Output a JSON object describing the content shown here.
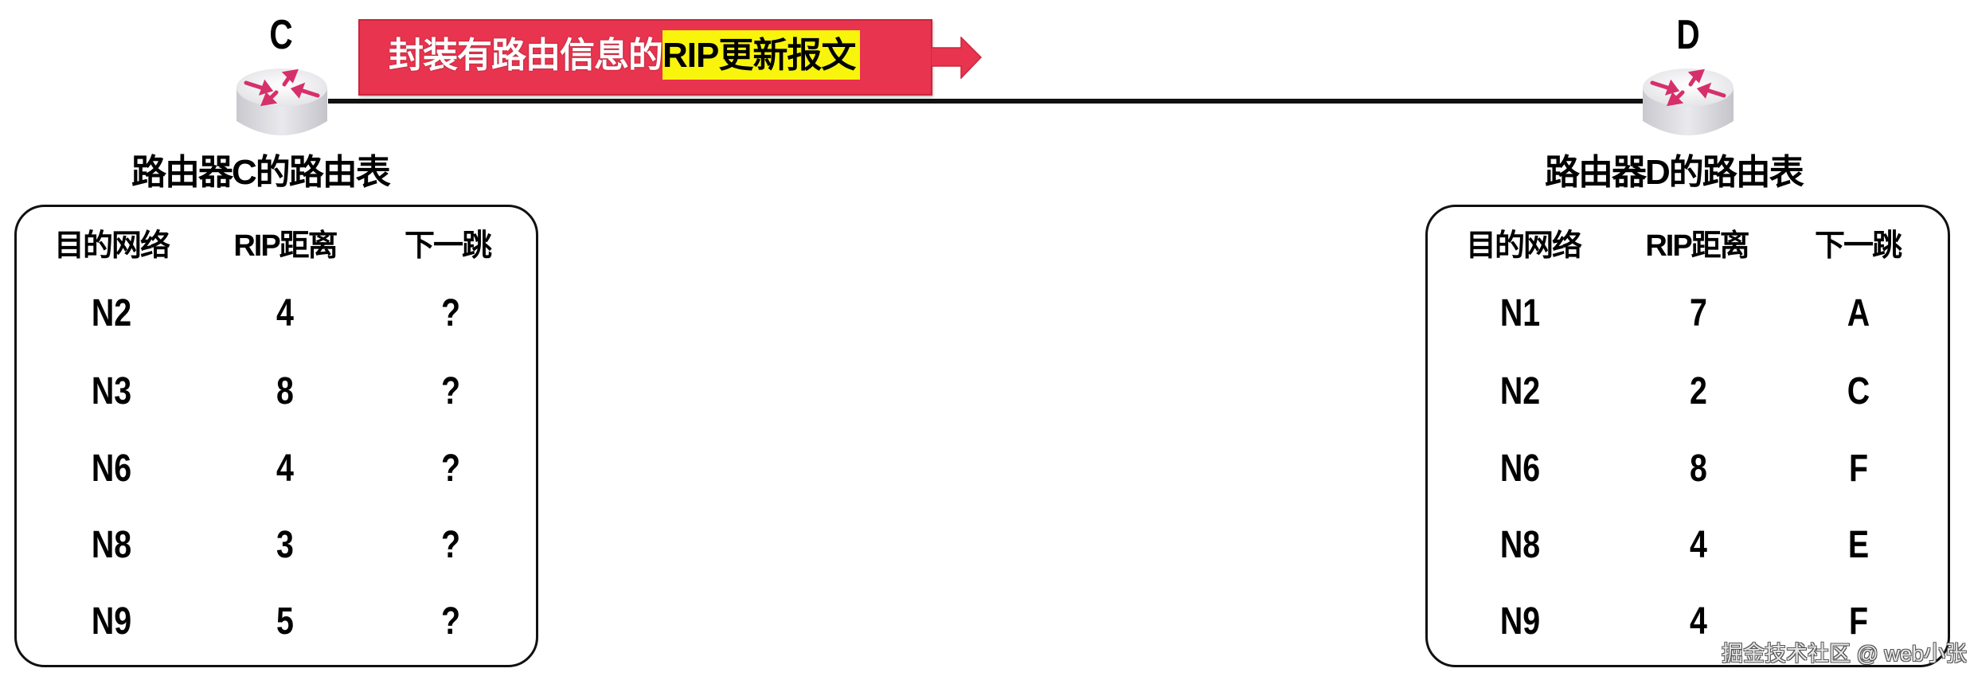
{
  "routers": {
    "c": {
      "label": "C",
      "table_title": "路由器C的路由表"
    },
    "d": {
      "label": "D",
      "table_title": "路由器D的路由表"
    }
  },
  "banner": {
    "text_plain": "封装有路由信息的",
    "text_highlight": "RIP更新报文",
    "bg_color": "#e8344e",
    "highlight_color": "#f8f40c",
    "arrow_direction": "right"
  },
  "table_headers": [
    "目的网络",
    "RIP距离",
    "下一跳"
  ],
  "table_c": {
    "rows": [
      {
        "network": "N2",
        "distance": "4",
        "next_hop": "?"
      },
      {
        "network": "N3",
        "distance": "8",
        "next_hop": "?"
      },
      {
        "network": "N6",
        "distance": "4",
        "next_hop": "?"
      },
      {
        "network": "N8",
        "distance": "3",
        "next_hop": "?"
      },
      {
        "network": "N9",
        "distance": "5",
        "next_hop": "?"
      }
    ]
  },
  "table_d": {
    "rows": [
      {
        "network": "N1",
        "distance": "7",
        "next_hop": "A"
      },
      {
        "network": "N2",
        "distance": "2",
        "next_hop": "C"
      },
      {
        "network": "N6",
        "distance": "8",
        "next_hop": "F"
      },
      {
        "network": "N8",
        "distance": "4",
        "next_hop": "E"
      },
      {
        "network": "N9",
        "distance": "4",
        "next_hop": "F"
      }
    ]
  },
  "watermark": "掘金技术社区 @ web小张"
}
